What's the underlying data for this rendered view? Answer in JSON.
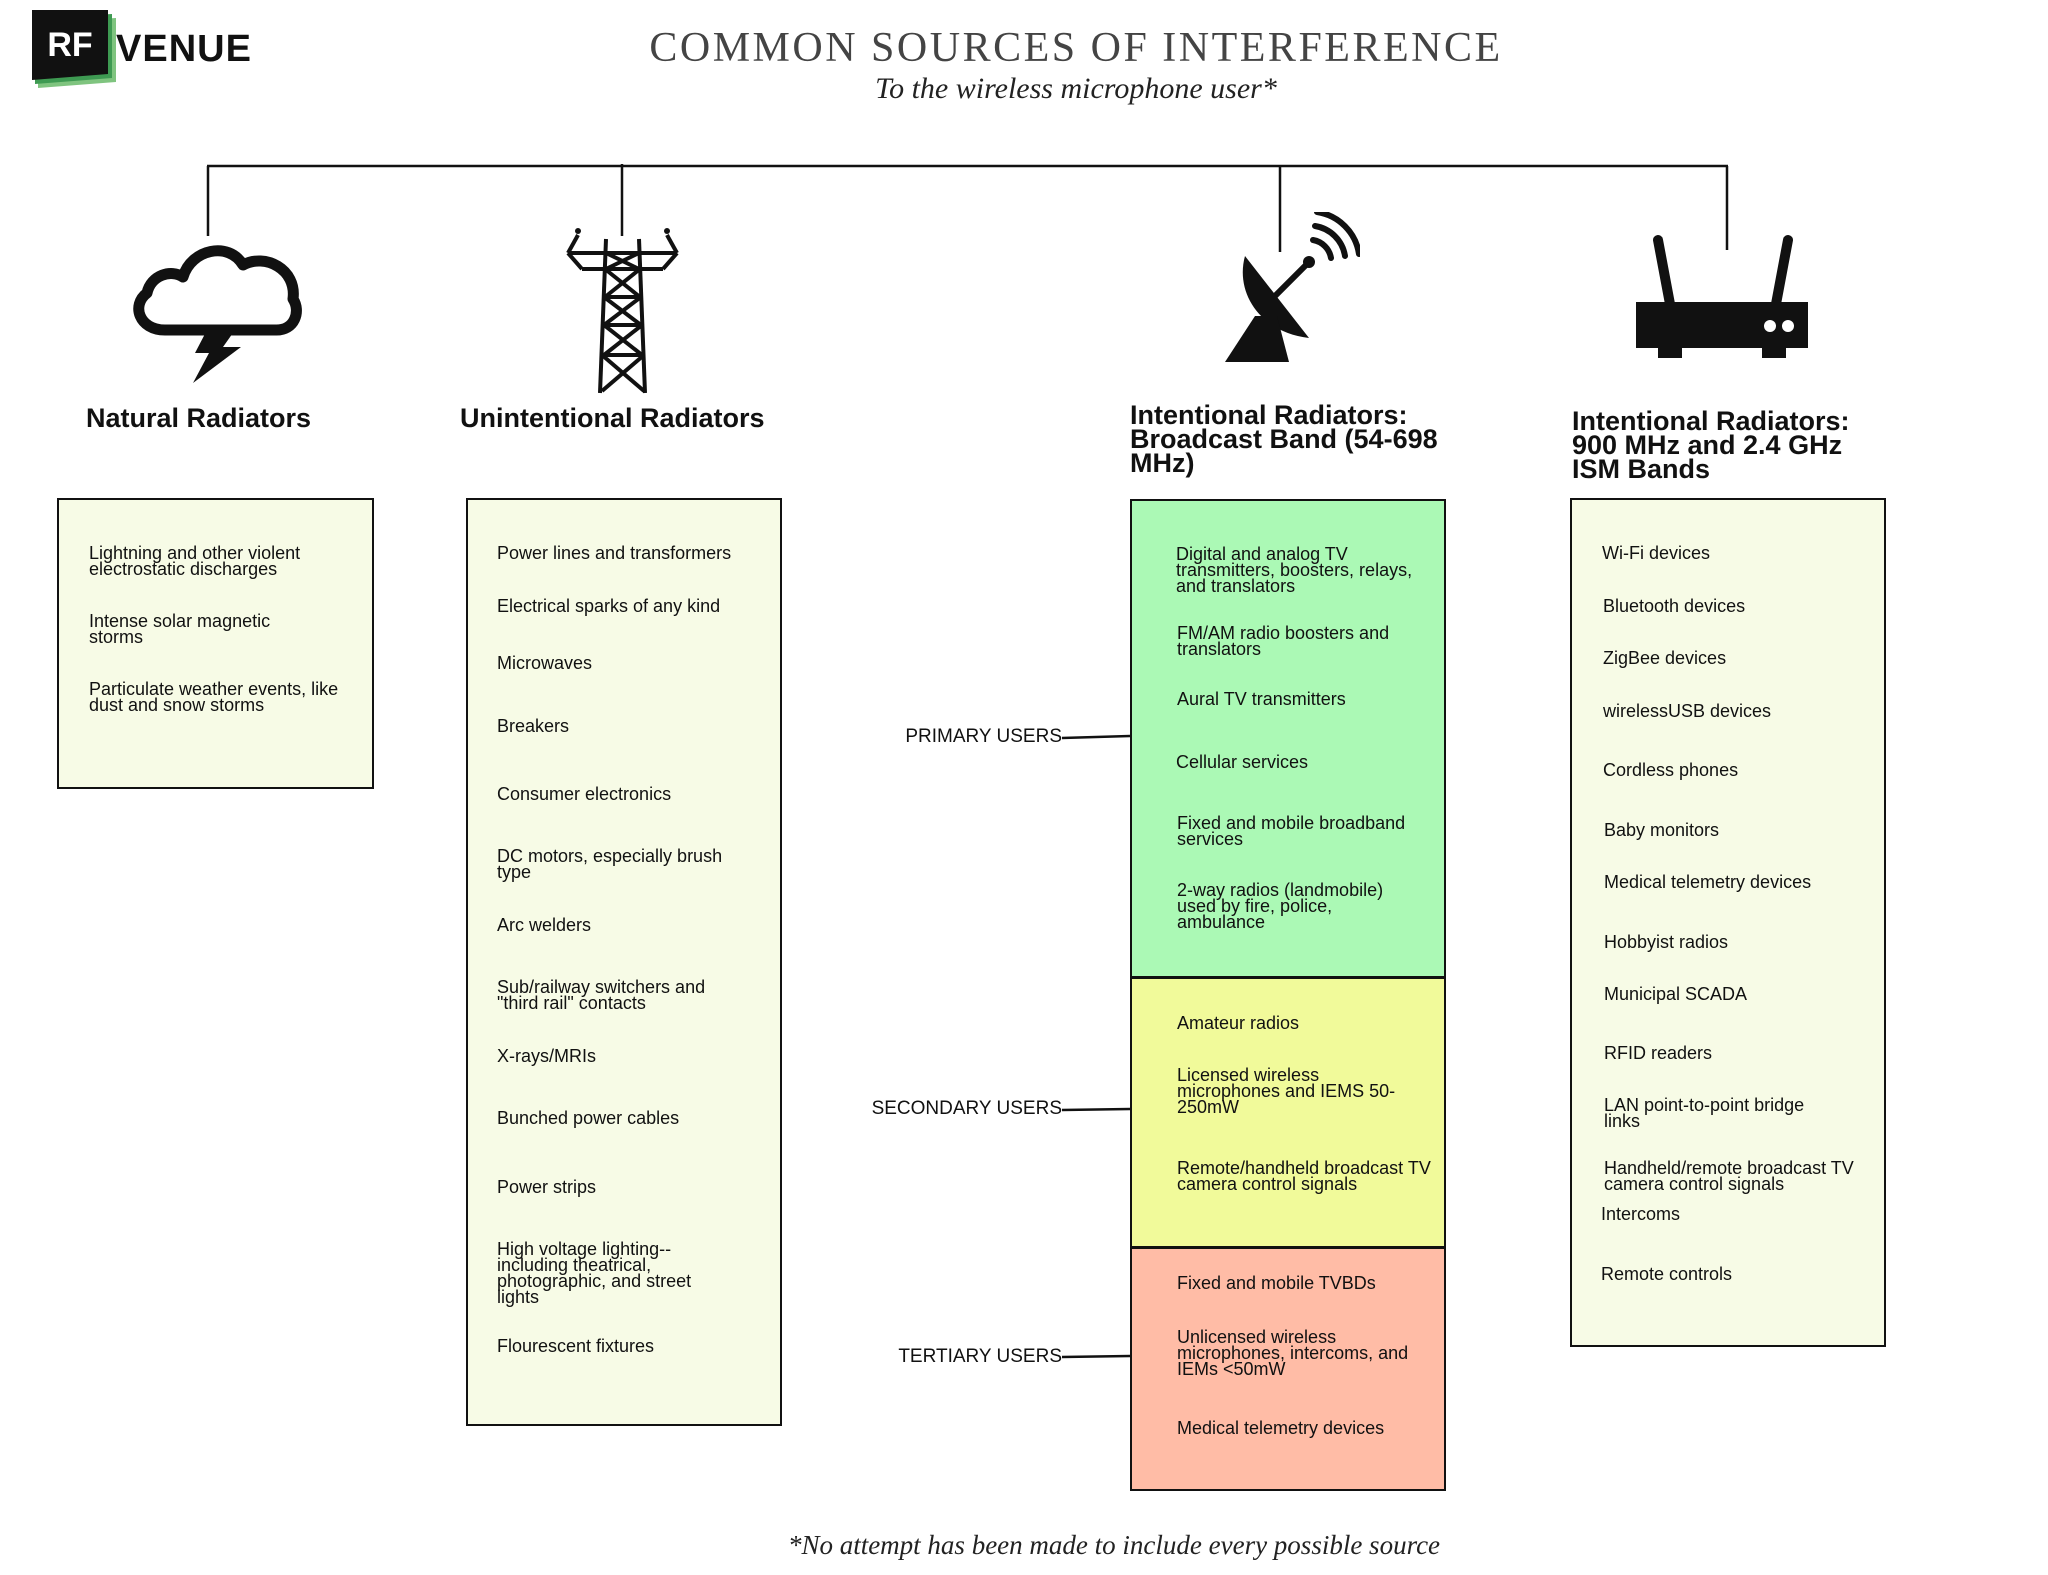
{
  "logo": {
    "mark": "RF",
    "name": "VENUE"
  },
  "title": "COMMON SOURCES OF INTERFERENCE",
  "subtitle": "To the wireless microphone user*",
  "footnote": "*No attempt has been made to include every possible source",
  "columns": {
    "natural": {
      "icon": "storm-cloud-icon",
      "heading": "Natural Radiators",
      "items": [
        "Lightning and other violent electrostatic discharges",
        "Intense solar magnetic storms",
        "Particulate weather events, like dust and snow storms"
      ]
    },
    "unintentional": {
      "icon": "power-tower-icon",
      "heading": "Unintentional Radiators",
      "items": [
        "Power lines and transformers",
        "Electrical sparks of any kind",
        "Microwaves",
        "Breakers",
        "Consumer electronics",
        "DC motors, especially brush type",
        "Arc welders",
        "Sub/railway switchers and \"third rail\" contacts",
        "X-rays/MRIs",
        "Bunched power cables",
        "Power strips",
        "High voltage lighting--including theatrical, photographic, and street lights",
        "Flourescent fixtures"
      ]
    },
    "broadcast": {
      "icon": "satellite-dish-icon",
      "heading": "Intentional Radiators: Broadcast Band (54-698 MHz)",
      "primary": {
        "label": "PRIMARY USERS",
        "color": "#abf9b5",
        "items": [
          "Digital and analog TV transmitters, boosters, relays, and translators",
          "FM/AM radio boosters and translators",
          "Aural TV transmitters",
          "Cellular services",
          "Fixed and mobile broadband services",
          "2-way radios (landmobile) used by fire, police, ambulance"
        ]
      },
      "secondary": {
        "label": "SECONDARY USERS",
        "color": "#f1fa9a",
        "items": [
          "Amateur radios",
          "Licensed wireless microphones and IEMS 50-250mW",
          "Remote/handheld broadcast TV camera control signals"
        ]
      },
      "tertiary": {
        "label": "TERTIARY USERS",
        "color": "#ffbca6",
        "items": [
          "Fixed and mobile TVBDs",
          "Unlicensed wireless microphones, intercoms, and IEMs <50mW",
          "Medical telemetry devices"
        ]
      }
    },
    "ism": {
      "icon": "wifi-router-icon",
      "heading": "Intentional Radiators: 900 MHz and 2.4 GHz ISM Bands",
      "items": [
        "Wi-Fi devices",
        "Bluetooth devices",
        "ZigBee devices",
        "wirelessUSB devices",
        "Cordless phones",
        "Baby monitors",
        "Medical telemetry devices",
        "Hobbyist radios",
        "Municipal SCADA",
        "RFID readers",
        "LAN point-to-point bridge links",
        "Handheld/remote broadcast TV camera control signals",
        "Intercoms",
        "Remote controls"
      ]
    }
  },
  "colors": {
    "box_background": "#f7fbe6",
    "primary": "#abf9b5",
    "secondary": "#f1fa9a",
    "tertiary": "#ffbca6"
  }
}
